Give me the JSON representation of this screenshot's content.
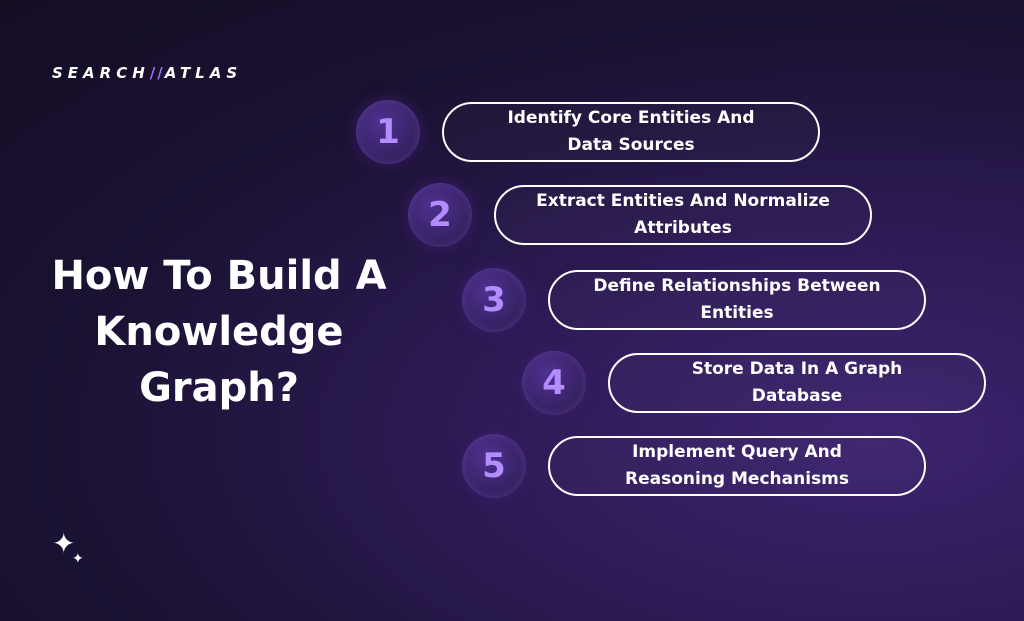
{
  "brand": {
    "left": "SEARCH",
    "slash": "//",
    "right": "ATLAS"
  },
  "title": "How To Build A Knowledge Graph?",
  "steps": [
    {
      "number": "1",
      "text": "Identify Core Entities And Data Sources"
    },
    {
      "number": "2",
      "text": "Extract Entities And Normalize Attributes"
    },
    {
      "number": "3",
      "text": "Define Relationships Between Entities"
    },
    {
      "number": "4",
      "text": "Store Data In A Graph Database"
    },
    {
      "number": "5",
      "text": "Implement Query And Reasoning Mechanisms"
    }
  ],
  "colors": {
    "accent": "#b38cff",
    "background": "#1b1233"
  },
  "icons": {
    "decoration": "sparkle-icon"
  }
}
